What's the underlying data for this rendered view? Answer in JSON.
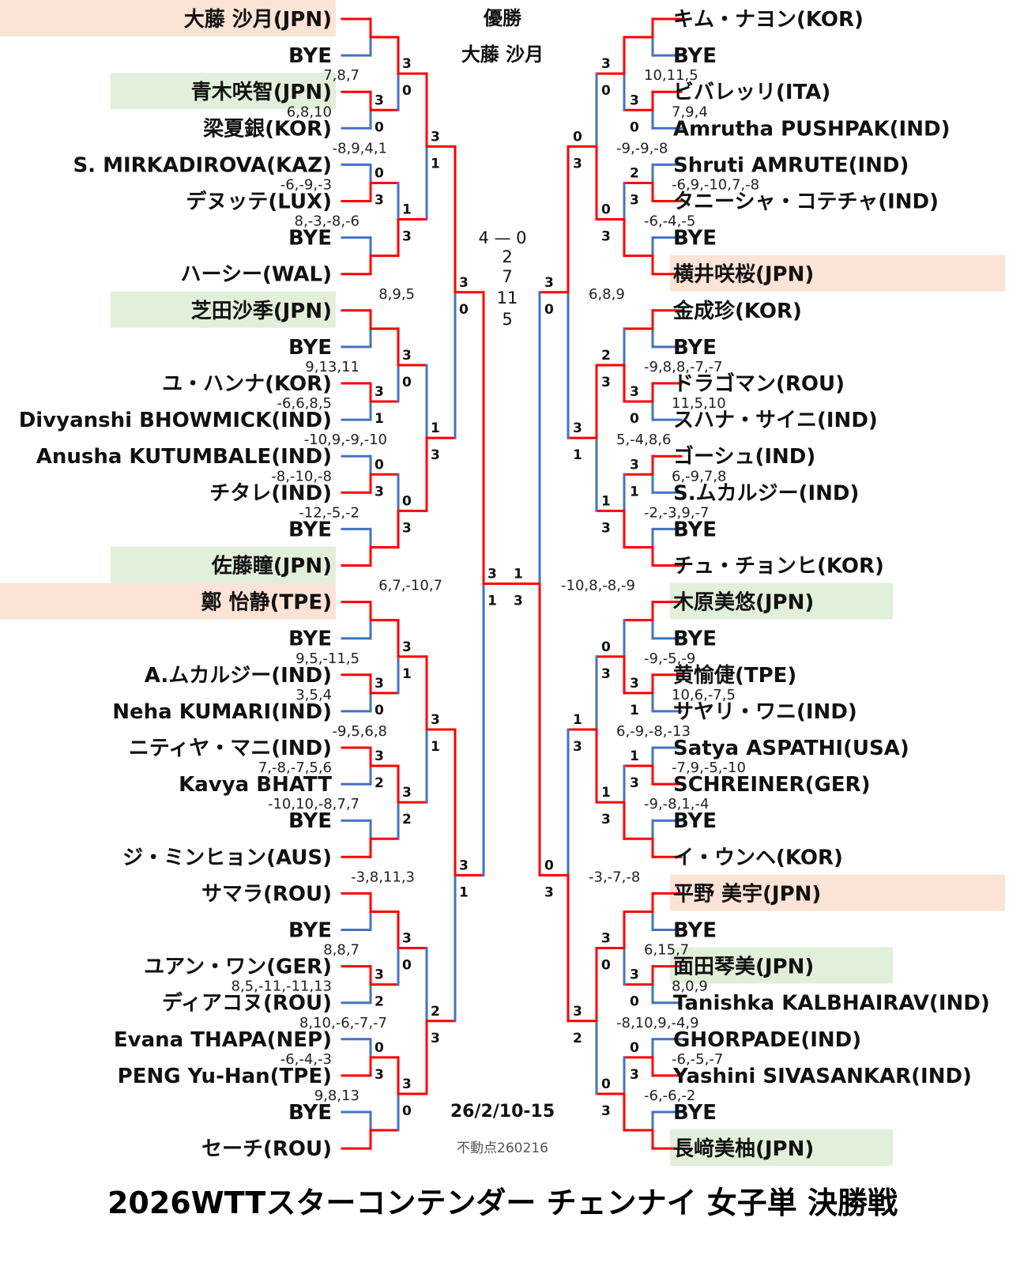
{
  "title": "2026WTTスターコンテンダー チェンナイ 女子単 決勝戦",
  "champion": {
    "label": "優勝",
    "name": "大藤 沙月"
  },
  "final": {
    "score": "4 — 0",
    "games": [
      "2",
      "7",
      "11",
      "5"
    ]
  },
  "date": "26/2/10-15",
  "note": "不動点260216",
  "colors": {
    "win": "#ff0000",
    "lose": "#4472c4",
    "pink": "#fbe3d6",
    "green": "#e2efda"
  },
  "left": {
    "players": [
      {
        "name": "大藤 沙月(JPN)",
        "hl": "pink"
      },
      {
        "name": "BYE"
      },
      {
        "name": "青木咲智(JPN)",
        "hl": "green"
      },
      {
        "name": "梁夏銀(KOR)"
      },
      {
        "name": "S. MIRKADIROVA(KAZ)"
      },
      {
        "name": "デヌッテ(LUX)"
      },
      {
        "name": "BYE"
      },
      {
        "name": "ハーシー(WAL)"
      },
      {
        "name": "芝田沙季(JPN)",
        "hl": "green"
      },
      {
        "name": "BYE"
      },
      {
        "name": "ユ・ハンナ(KOR)"
      },
      {
        "name": "Divyanshi BHOWMICK(IND)"
      },
      {
        "name": "Anusha KUTUMBALE(IND)"
      },
      {
        "name": "チタレ(IND)"
      },
      {
        "name": "BYE"
      },
      {
        "name": "佐藤瞳(JPN)",
        "hl": "green"
      },
      {
        "name": "鄭 怡静(TPE)",
        "hl": "pink"
      },
      {
        "name": "BYE"
      },
      {
        "name": "A.ムカルジー(IND)"
      },
      {
        "name": "Neha KUMARI(IND)"
      },
      {
        "name": "ニティヤ・マニ(IND)"
      },
      {
        "name": "Kavya BHATT"
      },
      {
        "name": "BYE"
      },
      {
        "name": "ジ・ミンヒョン(AUS)"
      },
      {
        "name": "サマラ(ROU)"
      },
      {
        "name": "BYE"
      },
      {
        "name": "ユアン・ワン(GER)"
      },
      {
        "name": "ディアコヌ(ROU)"
      },
      {
        "name": "Evana THAPA(NEP)"
      },
      {
        "name": "PENG Yu-Han(TPE)"
      },
      {
        "name": "BYE"
      },
      {
        "name": "セーチ(ROU)"
      }
    ],
    "rounds": [
      [
        {
          "bye": true
        },
        {
          "s": [
            3,
            0
          ],
          "g": "6,8,10"
        },
        {
          "s": [
            0,
            3
          ],
          "g": "-6,-9,-3"
        },
        {
          "bye": true
        },
        {
          "bye": true
        },
        {
          "s": [
            3,
            1
          ],
          "g": "-6,6,8,5"
        },
        {
          "s": [
            0,
            3
          ],
          "g": "-8,-10,-8"
        },
        {
          "bye": true
        },
        {
          "bye": true
        },
        {
          "s": [
            3,
            0
          ],
          "g": "3,5,4"
        },
        {
          "s": [
            3,
            2
          ],
          "g": "7,-8,-7,5,6"
        },
        {
          "bye": true
        },
        {
          "bye": true
        },
        {
          "s": [
            3,
            2
          ],
          "g": "8,5,-11,-11,13"
        },
        {
          "s": [
            0,
            3
          ],
          "g": "-6,-4,-3"
        },
        {
          "bye": true
        }
      ],
      [
        {
          "s": [
            3,
            0
          ],
          "g": "7,8,7"
        },
        {
          "s": [
            1,
            3
          ],
          "g": "8,-3,-8,-6"
        },
        {
          "s": [
            3,
            0
          ],
          "g": "9,13,11"
        },
        {
          "s": [
            0,
            3
          ],
          "g": "-12,-5,-2"
        },
        {
          "s": [
            3,
            1
          ],
          "g": "9,5,-11,5"
        },
        {
          "s": [
            3,
            2
          ],
          "g": "-10,10,-8,7,7"
        },
        {
          "s": [
            3,
            0
          ],
          "g": "8,8,7"
        },
        {
          "s": [
            3,
            0
          ],
          "g": "9,8,13"
        }
      ],
      [
        {
          "s": [
            3,
            1
          ],
          "g": "-8,9,4,1"
        },
        {
          "s": [
            1,
            3
          ],
          "g": "-10,9,-9,-10"
        },
        {
          "s": [
            3,
            1
          ],
          "g": "-9,5,6,8"
        },
        {
          "s": [
            2,
            3
          ],
          "g": "8,10,-6,-7,-7"
        }
      ],
      [
        {
          "s": [
            3,
            0
          ],
          "g": "8,9,5"
        },
        {
          "s": [
            3,
            1
          ],
          "g": "-3,8,11,3"
        }
      ],
      [
        {
          "s": [
            3,
            1
          ],
          "g": "6,7,-10,7"
        }
      ]
    ]
  },
  "right": {
    "players": [
      {
        "name": "キム・ナヨン(KOR)"
      },
      {
        "name": "BYE"
      },
      {
        "name": "ビバレッリ(ITA)"
      },
      {
        "name": "Amrutha PUSHPAK(IND)"
      },
      {
        "name": "Shruti AMRUTE(IND)"
      },
      {
        "name": "タニーシャ・コテチャ(IND)"
      },
      {
        "name": "BYE"
      },
      {
        "name": "横井咲桜(JPN)",
        "hl": "pink"
      },
      {
        "name": "金成珍(KOR)"
      },
      {
        "name": "BYE"
      },
      {
        "name": "ドラゴマン(ROU)"
      },
      {
        "name": "スハナ・サイニ(IND)"
      },
      {
        "name": "ゴーシュ(IND)"
      },
      {
        "name": "S.ムカルジー(IND)"
      },
      {
        "name": "BYE"
      },
      {
        "name": "チュ・チョンヒ(KOR)"
      },
      {
        "name": "木原美悠(JPN)",
        "hl": "green"
      },
      {
        "name": "BYE"
      },
      {
        "name": "黄愉倢(TPE)"
      },
      {
        "name": "サヤリ・ワニ(IND)"
      },
      {
        "name": "Satya ASPATHI(USA)"
      },
      {
        "name": "SCHREINER(GER)"
      },
      {
        "name": "BYE"
      },
      {
        "name": "イ・ウンヘ(KOR)"
      },
      {
        "name": "平野 美宇(JPN)",
        "hl": "pink"
      },
      {
        "name": "BYE"
      },
      {
        "name": "面田琴美(JPN)",
        "hl": "green"
      },
      {
        "name": "Tanishka KALBHAIRAV(IND)"
      },
      {
        "name": "GHORPADE(IND)"
      },
      {
        "name": "Yashini SIVASANKAR(IND)"
      },
      {
        "name": "BYE"
      },
      {
        "name": "長﨑美柚(JPN)",
        "hl": "green"
      }
    ],
    "rounds": [
      [
        {
          "bye": true
        },
        {
          "s": [
            3,
            0
          ],
          "g": "7,9,4"
        },
        {
          "s": [
            2,
            3
          ],
          "g": "-6,9,-10,7,-8"
        },
        {
          "bye": true
        },
        {
          "bye": true
        },
        {
          "s": [
            3,
            0
          ],
          "g": "11,5,10"
        },
        {
          "s": [
            3,
            1
          ],
          "g": "6,-9,7,8"
        },
        {
          "bye": true
        },
        {
          "bye": true
        },
        {
          "s": [
            3,
            1
          ],
          "g": "10,6,-7,5"
        },
        {
          "s": [
            1,
            3
          ],
          "g": "-7,9,-5,-10"
        },
        {
          "bye": true
        },
        {
          "bye": true
        },
        {
          "s": [
            3,
            0
          ],
          "g": "8,0,9"
        },
        {
          "s": [
            0,
            3
          ],
          "g": "-6,-5,-7"
        },
        {
          "bye": true
        }
      ],
      [
        {
          "s": [
            3,
            0
          ],
          "g": "10,11,5"
        },
        {
          "s": [
            0,
            3
          ],
          "g": "-6,-4,-5"
        },
        {
          "s": [
            2,
            3
          ],
          "g": "-9,8,8,-7,-7"
        },
        {
          "s": [
            1,
            3
          ],
          "g": "-2,-3,9,-7"
        },
        {
          "s": [
            0,
            3
          ],
          "g": "-9,-5,-9"
        },
        {
          "s": [
            1,
            3
          ],
          "g": "-9,-8,1,-4"
        },
        {
          "s": [
            3,
            0
          ],
          "g": "6,15,7"
        },
        {
          "s": [
            0,
            3
          ],
          "g": "-6,-6,-2"
        }
      ],
      [
        {
          "s": [
            0,
            3
          ],
          "g": "-9,-9,-8"
        },
        {
          "s": [
            3,
            1
          ],
          "g": "5,-4,8,6"
        },
        {
          "s": [
            1,
            3
          ],
          "g": "6,-9,-8,-13"
        },
        {
          "s": [
            3,
            2
          ],
          "g": "-8,10,9,-4,9"
        }
      ],
      [
        {
          "s": [
            3,
            0
          ],
          "g": "6,8,9"
        },
        {
          "s": [
            0,
            3
          ],
          "g": "-3,-7,-8"
        }
      ],
      [
        {
          "s": [
            1,
            3
          ],
          "g": "-10,8,-8,-9"
        }
      ]
    ]
  }
}
